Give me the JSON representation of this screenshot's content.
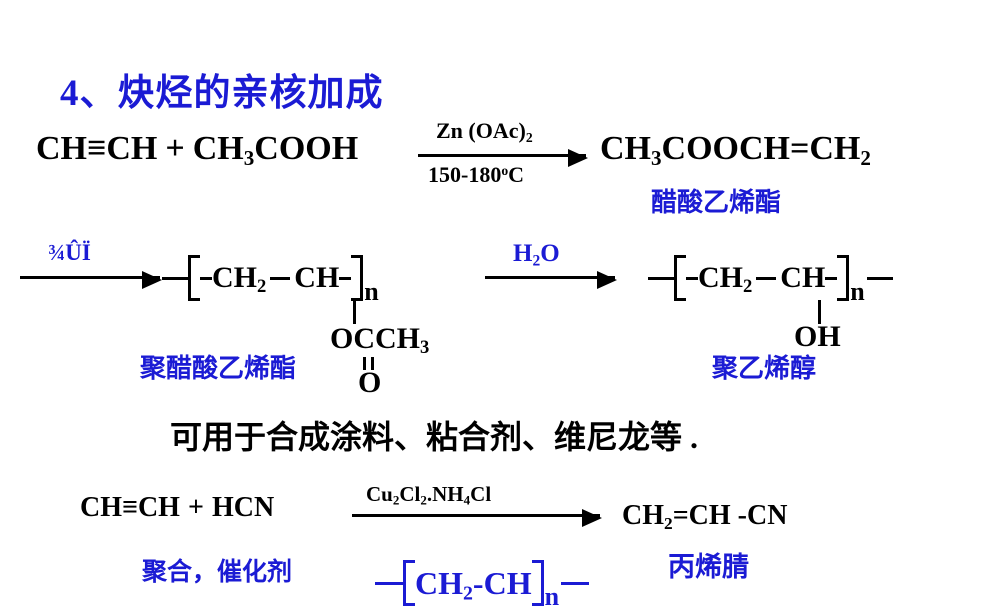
{
  "slide": {
    "title": "4、炔烃的亲核加成",
    "accent_color": "#1b1bd4",
    "text_color": "#000000",
    "background": "#ffffff"
  },
  "reaction1": {
    "reactant1": "CH≡CH",
    "plus": "+",
    "reactant2_pre": "CH",
    "reactant2_sub": "3",
    "reactant2_post": "COOH",
    "catalyst_pre": "Zn (OAc)",
    "catalyst_sub": "2",
    "temperature_pre": "150-180",
    "temperature_sup": "o",
    "temperature_post": "C",
    "product_pre": "CH",
    "product_sub1": "3",
    "product_mid": "COOCH=CH",
    "product_sub2": "2",
    "product_name": "醋酸乙烯酯"
  },
  "reaction2": {
    "condition_garbled": "¾ÛÏ",
    "polymer1": {
      "unit1_pre": "CH",
      "unit1_sub": "2",
      "dash": "—",
      "unit2": "CH",
      "repeat": "n",
      "side_group_pre": "OCCH",
      "side_group_sub": "3",
      "carbonyl_oxygen": "O",
      "name": "聚醋酸乙烯酯"
    },
    "condition2_pre": "H",
    "condition2_sub": "2",
    "condition2_post": "O",
    "polymer2": {
      "unit1_pre": "CH",
      "unit1_sub": "2",
      "dash": "—",
      "unit2": "CH",
      "repeat": "n",
      "side_group": "OH",
      "name": "聚乙烯醇"
    }
  },
  "usage_note": "可用于合成涂料、粘合剂、维尼龙等 .",
  "reaction3": {
    "reactant1": "CH≡CH",
    "plus": "+",
    "reactant2": "HCN",
    "catalyst_parts": {
      "p1": "Cu",
      "s1": "2",
      "p2": "Cl",
      "s2": "2",
      "p3": ".NH",
      "s3": "4",
      "p4": "Cl"
    },
    "product_pre": "CH",
    "product_sub": "2",
    "product_post": "=CH -CN",
    "product_name": "丙烯腈"
  },
  "reaction4": {
    "condition": "聚合，催化剂",
    "polymer": {
      "unit1_pre": "CH",
      "unit1_sub": "2",
      "unit2": "-CH",
      "repeat": "n"
    }
  }
}
